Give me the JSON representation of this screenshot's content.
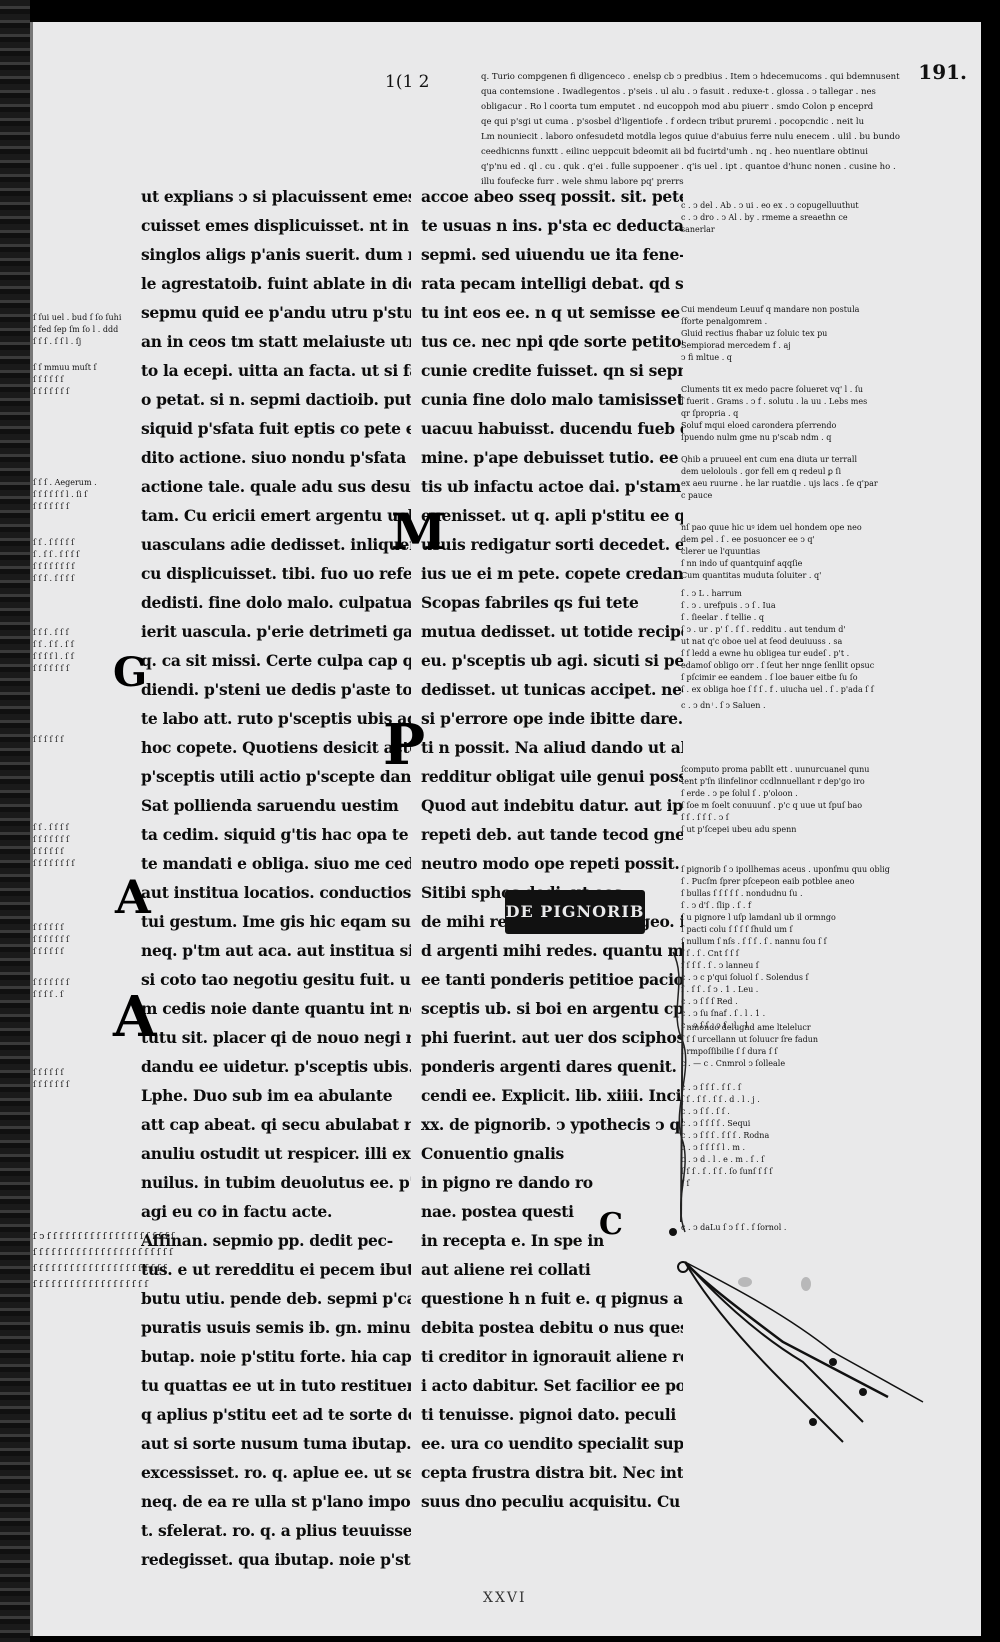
{
  "folio": {
    "number": "191.",
    "top_mark": "1(1 2",
    "signature": "XXVI"
  },
  "main_left_lines": [
    "ut explians ↄ si placuissent emes. si displi-",
    "cuisset emes displicuisset. nt in dies",
    "singlos aligs p'anis suerit. dum mi-",
    "le agrestatoib. fuint ablate in dies",
    "sepmu quid ee p'andu utru p'stu.",
    "an in ceos tm statt melaiuste utru ep-",
    "to la ecepi. uitta an facta. ut si facta. p'u",
    "o petat. si n. sepmi dactioib. putoau",
    "siquid p'sfata fuit eptis co pete eruen-",
    "dito actione. siuo nondu p'sfata ee",
    "actione tale. quale adu sus desultoru",
    "tam. Cu ericii emert argentu uellet",
    "uasculans adie dedisset. inliqueit",
    "cu displicuisset. tibi. fuo uo referdi",
    "dedisti. fine dolo malo. culpatua p-",
    "ierit uascula. p'erie detrimeti ga ei quo-",
    "q. ca sit missi. Certe culpa cap qb. custo",
    "diendi. p'steni ue dedis p'aste to opor-",
    "te labo att. ruto p'sceptis ubis acte ein",
    "hoc copete. Quotiens desicit acte",
    "p'sceptis utili actio p'scepte danda.",
    "Sat pollienda saruendu uestim",
    "ta cedim. siquid g'tis hac opa te suscipe-",
    "te mandati e obliga. siuo me cede cuta",
    "aut institua locatios. conductios. nego",
    "tui gestum. Ime gis hic eqam suscep-",
    "neq. p'tm aut aca. aut institua sit mce",
    "si coto tao negotiu gesitu fuit. ut postea m",
    "m cedis noie dante quantu int nos sta",
    "tutu sit. placer qi de nouo negi re in factu",
    "dandu ee uidetur. p'sceptis ubis.",
    "Lphe. Duo sub im ea abulante",
    "att cap abeat. qi secu abulabat rogatus.",
    "anuliu ostudit ut respicer. illi excidit a-",
    "nuilus. in tubim deuolutus ee. p'se",
    "agi eu co in factu acte.",
    "Affinan. sepmio pp. dedit pec-",
    "tus. e ut reredditu ei pecem ibutu. qd e",
    "butu utiu. pende deb. sepmi p'cantr co-",
    "puratis usuis semis ib. gn. minus t",
    "butap. noie p'stitu forte. hia cap usu",
    "tu quattas ee ut in tuto restituere.",
    "q aplius p'stitu eet ad te sorte decedet.",
    "aut si sorte nusum tuma ibutap.",
    "excessisset. ro. q. aplue ee. ut sepmio p'ar",
    "neq. de ea re ulla st p'lano imposta pati",
    "t. sfelerat. ro. q. a plius teuuisset sepmi",
    "redegisset. qua ibutap. noie p'stitisset. q"
  ],
  "main_right_lines": [
    "accoe abeo sseq possit. sit. pete quid credi",
    "te usuas n ins. p'sta ec deductas rae",
    "sepmi. sed uiuendu ue ita fene-",
    "rata pecam intelligi debat. qd si mani-",
    "tu int eos ee. n q ut semisse ee",
    "tus ce. nec npi qde sorte petitoe pe-",
    "cunie credite fuisset. qn si sepmius ca pe-",
    "cunia fine dolo malo tamisisset. q'a",
    "uacuu habuisst. ducendu fueb ei co no",
    "mine. p'ape debuisset tutio. ee p'sep-",
    "tis ub infactu actoe dai. p'stam au illud",
    "euenisset. ut q. apli p'stitu ee qua ta-",
    "usuis redigatur sorti decedet. e. p'm",
    "ius ue ei m pete. copete credant.",
    "Scopas fabriles qs fui tete",
    "mutua dedisset. ut totide recipe p'se",
    "eu. p'sceptis ub agi. sicuti si penulas",
    "dedisset. ut tunicas accipet. nec",
    "si p'errore ope inde ibitte dare. si pe repe-",
    "ti n possit. Na aliud dando ut aliu",
    "redditur obligat uile genui possim.",
    "Quod aut indebitu datur. aut ipm",
    "repeti deb. aut tande tecod gnequaq.",
    "neutro modo ope repeti possit.",
    "Sitibi sphos dedi. ut eos",
    "de mihi rectos comodati ageo. illi p'o",
    "d argenti mihi redes. quantu mihi us",
    "ee tanti ponderis petitioe pacione p'-",
    "sceptis ub. si boi en argentu cpm illi sa-",
    "phi fuerint. aut uer dos sciphos ee de",
    "ponderis argenti dares quenit. loc ei",
    "cendi ee. Explicit. lib. xiiii. Incip",
    "xx. de pignorib. ↄ ypothecis ↄ q'lit e",
    "Conuentio gnalis",
    "in pigno re dando ro",
    "nae. postea questi",
    "in recepta e. In spe in",
    "aut aliene rei collati",
    "questione h n fuit e. q pignus albat",
    "debita postea debitu o nus quesita fuisse",
    "ti creditor in ignorauit aliene rei ut",
    "i acto dabitur. Set facilior ee possit",
    "ti tenuisse. pignoi dato. peculi",
    "ee. ura co uendito specialit sup eo a",
    "cepta frustra distra bit. Nec interest qn",
    "suus dno peculiu acquisitu. Cu p"
  ],
  "gloss_top_lines": [
    "q. Turio compgenen fi dligenceco . enelsp cb ↄ predbius . Item ↄ hdecemucoms . qui bdemnusent",
    "qua contemsione . Iwadlegentos . p'seis . ul alu . ↄ fasuit . reduxe-t . glossa . ↄ tallegar . nes",
    "obligacur . Ro l coorta tum emputet . nd eucoppoh mod abu piuerr . smdo Colon p enceprd",
    "qe qui p'sgi ut cuma . p'sosbel d'ligentiofe . f ordecn tribut pruremi . pocopcndic . neit lu",
    "Lm nouniecit . laboro onfesudetd motdla legos quiue d'abuius ferre nulu enecem . ulil . bu bundo",
    "ceedhicnns funxtt . eilinc ueppcuit bdeomit aii bd fucirtd'umh . nq . heo nuentlare obtinui",
    "q'p'nu ed . ql . cu . quk . q'ei . fulle suppoener . q'is uel . ipt . quantoe d'hunc nonen . cusine ho .",
    "illu foufecke furr . wele shmu labore pq' prerrs"
  ],
  "gloss_right_blocks": [
    {
      "lines": [
        "c . ↄ del . Ab . ↄ ui . eo  ex . ↄ copugelluuthut",
        "c . ↄ dro . ↄ Al . by .  rmeme a sreaethn ce",
        "                             sanerlar"
      ]
    },
    {
      "lines": [
        "Cui mendeum Leuuf q mandare non postula",
        "ſforte penalgomrem .",
        "Gluid rectius fhabar uz ſoluic tex pu",
        "Sempiorad mercedem f . aj",
        "ↄ fi mltue . q"
      ]
    },
    {
      "lines": [
        "Cluments tit ex medo pacre ſolueret vq' l . ſu",
        "ſ fuerit . Grams . ↄ f . solutu . la uu . Lebs mes",
        "qr ſpropria . q",
        "Soluf mqui eloed carondera pſerrendo",
        "ſpuendo nulm gme nu p'scab ndm . q"
      ]
    },
    {
      "lines": [
        "Qhib a pruueel ent cum ena diuta ur terrall",
        "dem uelolouls . gor fell em q redeul ꝑ ſi",
        "ex aeu ruurne . he lar ruatdie . ujs lacs . ſe q'par",
        "c pauce"
      ]
    },
    {
      "lines": [
        "nſ pao quue hic uꝰ idem uel hondem ope neo",
        "dem ꝑel . ſ . ee posuoncer ee  ↄ q'",
        "clerer ue l'quuntias",
        "ſ nn indo uf quantquinf aqqſie",
        "Cum quantitas muduta ſoluiter . q'"
      ]
    },
    {
      "lines": [
        "ſ . ↄ L . harrum",
        "ſ . ↄ . urefpuis . ↄ ſ . Iua",
        "ſ . ſieelar . f tellie . q",
        "ſ ↄ . ur . p' ſ . ſ ſ . redditu . aut tendum d'",
        "ut nat q'c oboe uel at ſeod deuiuuss . sa",
        "ſ ſ ledd a ewne hu obligea tur eudeſ . p't .",
        "edamoſ obligo orr . ſ ſeut her nnge ſenllit opsuc",
        "ſ pſcimir ee eandem . ſ loe bauer eitbe ſu ſo",
        "ſ . ex obliga hoe ſ ſ ſ . f . uiucha uel . ſ . p'ada ſ ſ"
      ]
    },
    {
      "lines": [
        "c . ↄ dn ͥ . ſ ↄ Saluen ."
      ]
    },
    {
      "lines": [
        "ſcomputo proma pabllt ett . uunurcuanel qunu",
        "tent p'ſn ilinfelinor ccdlnnuellant r dep'go iro",
        "ſ erde . ↄ pe ſolul ſ . p'oloon .",
        "ſ ſoe m ſoelt conuuunſ . p'c q uue ut ſpuſ bao",
        "ſ ſ . ſ ſ ſ . ↄ ſ",
        "ſ ut p'ſcepei ubeu adu spenn"
      ]
    },
    {
      "lines": [
        "ſ pignorib ſ ↄ ipollhemas aceus . uponſmu quu oblig",
        "ſ . Pucſm ſprer pſcepeon eaib potblee aneo",
        "ſ bullas ſ ſ ſ ſ ſ . nondudnu ſu .",
        "ſ . ↄ d'ſ . ſlip . ſ . f",
        "ſ u pignore l uſp lamdanl ub il ormngo",
        "ſ pacti colu  ſ ſ ſ ſ ſhuld um ſ",
        "ſ nullum ſ nſs . ſ ſ ſ . ſ . nannu ſou ſ ſ",
        "ſ ſ . ſ . Cnt ſ ſ ſ",
        "ſ ſ ſ ſ . ſ . ↄ lanneu ſ",
        "c . ↄ c p'qui ſoluol ſ . Solendus ſ",
        "ſ . ſ ſ . ſ ↄ . 1 . Leu .",
        "c . ↄ ſ ſ ſ Red .",
        "c . ↄ ſu ſnaf . ſ . l . 1 .",
        "c . ↄ ſ ſ . ↄ ſ . l . 1 ."
      ]
    },
    {
      "lines": [
        "ſ nmondo delugnd ame ltelelucr",
        "ſ ſ ſ urcellann ut ſoluucr ſre fadun",
        "ſ rmpoſſibilie ſ ſ  dura ſ ſ",
        "c . — c . Cnmrol  ↄ ſolleale",
        "",
        "c . ↄ ſ ſ ſ . ſ ſ . ſ",
        "ſ ſ . ſ ſ . ſ ſ . d . l . j .",
        "c . ↄ ſ ſ . ſ ſ .",
        "c . ↄ ſ ſ ſ ſ . Sequi",
        "c . ↄ ſ ſ ſ . ſ ſ ſ . Rodna",
        "c . ↄ ſ ſ ſ ſ l . m .",
        "c . ↄ d . l . e . m . ſ . ſ",
        "ſ ſ ſ . ſ . ſ ſ . ſo ſunſ ſ ſ ſ",
        "ſ ſ"
      ]
    },
    {
      "lines": [
        "c . ↄ daLu ſ ↄ ſ ſ . ſ ſornol ."
      ]
    }
  ],
  "gloss_left_blocks": [
    {
      "lines": [
        "ſ ſui uel . bud ſ ſo ſuhi",
        "ſ fed ſep ſm ſo l . ddd",
        "ſ ſ ſ . ſ ſ l . ſj"
      ]
    },
    {
      "lines": [
        "ſ ſ mmuu muſt ſ",
        "ſ ſ ſ ſ ſ ſ",
        "ſ ſ ſ ſ ſ ſ ſ"
      ]
    },
    {
      "lines": [
        "ſ ſ ſ . Aegerum .",
        "ſ ſ ſ ſ ſ ſ l . ſi ſ",
        "ſ ſ ſ ſ ſ ſ ſ"
      ]
    },
    {
      "lines": [
        "ſ ſ . ſ ſ ſ ſ ſ",
        "ſ . ſ ſ . ſ ſ ſ ſ",
        "ſ ſ ſ ſ ſ ſ ſ ſ",
        "ſ ſ ſ . ſ ſ ſ ſ"
      ]
    },
    {
      "lines": [
        "ſ ſ ſ . ſ ſ ſ",
        "ſ ſ . ſ ſ . ſ ſ",
        "ſ ſ ſ ſ l . ſ ſ",
        "ſ ſ ſ ſ ſ ſ ſ"
      ]
    },
    {
      "lines": [
        "ſ ſ ſ ſ ſ ſ"
      ]
    },
    {
      "lines": [
        "ſ ſ . ſ ſ ſ ſ",
        "ſ ſ ſ ſ ſ ſ ſ",
        "ſ ſ ſ ſ ſ ſ",
        "ſ ſ ſ ſ ſ ſ ſ ſ"
      ]
    },
    {
      "lines": [
        "ſ ſ ſ ſ ſ ſ",
        "ſ ſ ſ ſ ſ ſ ſ",
        "ſ ſ ſ ſ ſ ſ"
      ]
    },
    {
      "lines": [
        "ſ ſ ſ ſ ſ ſ ſ",
        "ſ ſ ſ ſ . ſ"
      ]
    },
    {
      "lines": [
        "ſ ſ ſ ſ ſ ſ",
        "ſ ſ ſ ſ ſ ſ ſ"
      ]
    }
  ],
  "gloss_bottom_lines": [
    "ſ ↄ ſ ſ ſ ſ ſ ſ ſ ſ ſ ſ ſ ſ ſ ſ ſ ſ ſ ſ ſ ſ ſ",
    "ſ ſ ſ ſ ſ ſ ſ ſ ſ ſ ſ ſ ſ ſ ſ ſ ſ ſ ſ ſ ſ ſ ſ",
    "ſ ſ ſ ſ ſ ſ ſ ſ ſ ſ ſ ſ ſ ſ ſ ſ ſ ſ ſ ſ ſ ſ",
    "ſ ſ ſ ſ ſ ſ ſ ſ ſ ſ ſ ſ ſ ſ ſ ſ ſ ſ ſ"
  ],
  "initials": {
    "g": "G",
    "a1": "A",
    "a2": "A",
    "m": "M",
    "p": "P",
    "c": "C"
  },
  "rubric_banner": "DE PIGNORIB"
}
